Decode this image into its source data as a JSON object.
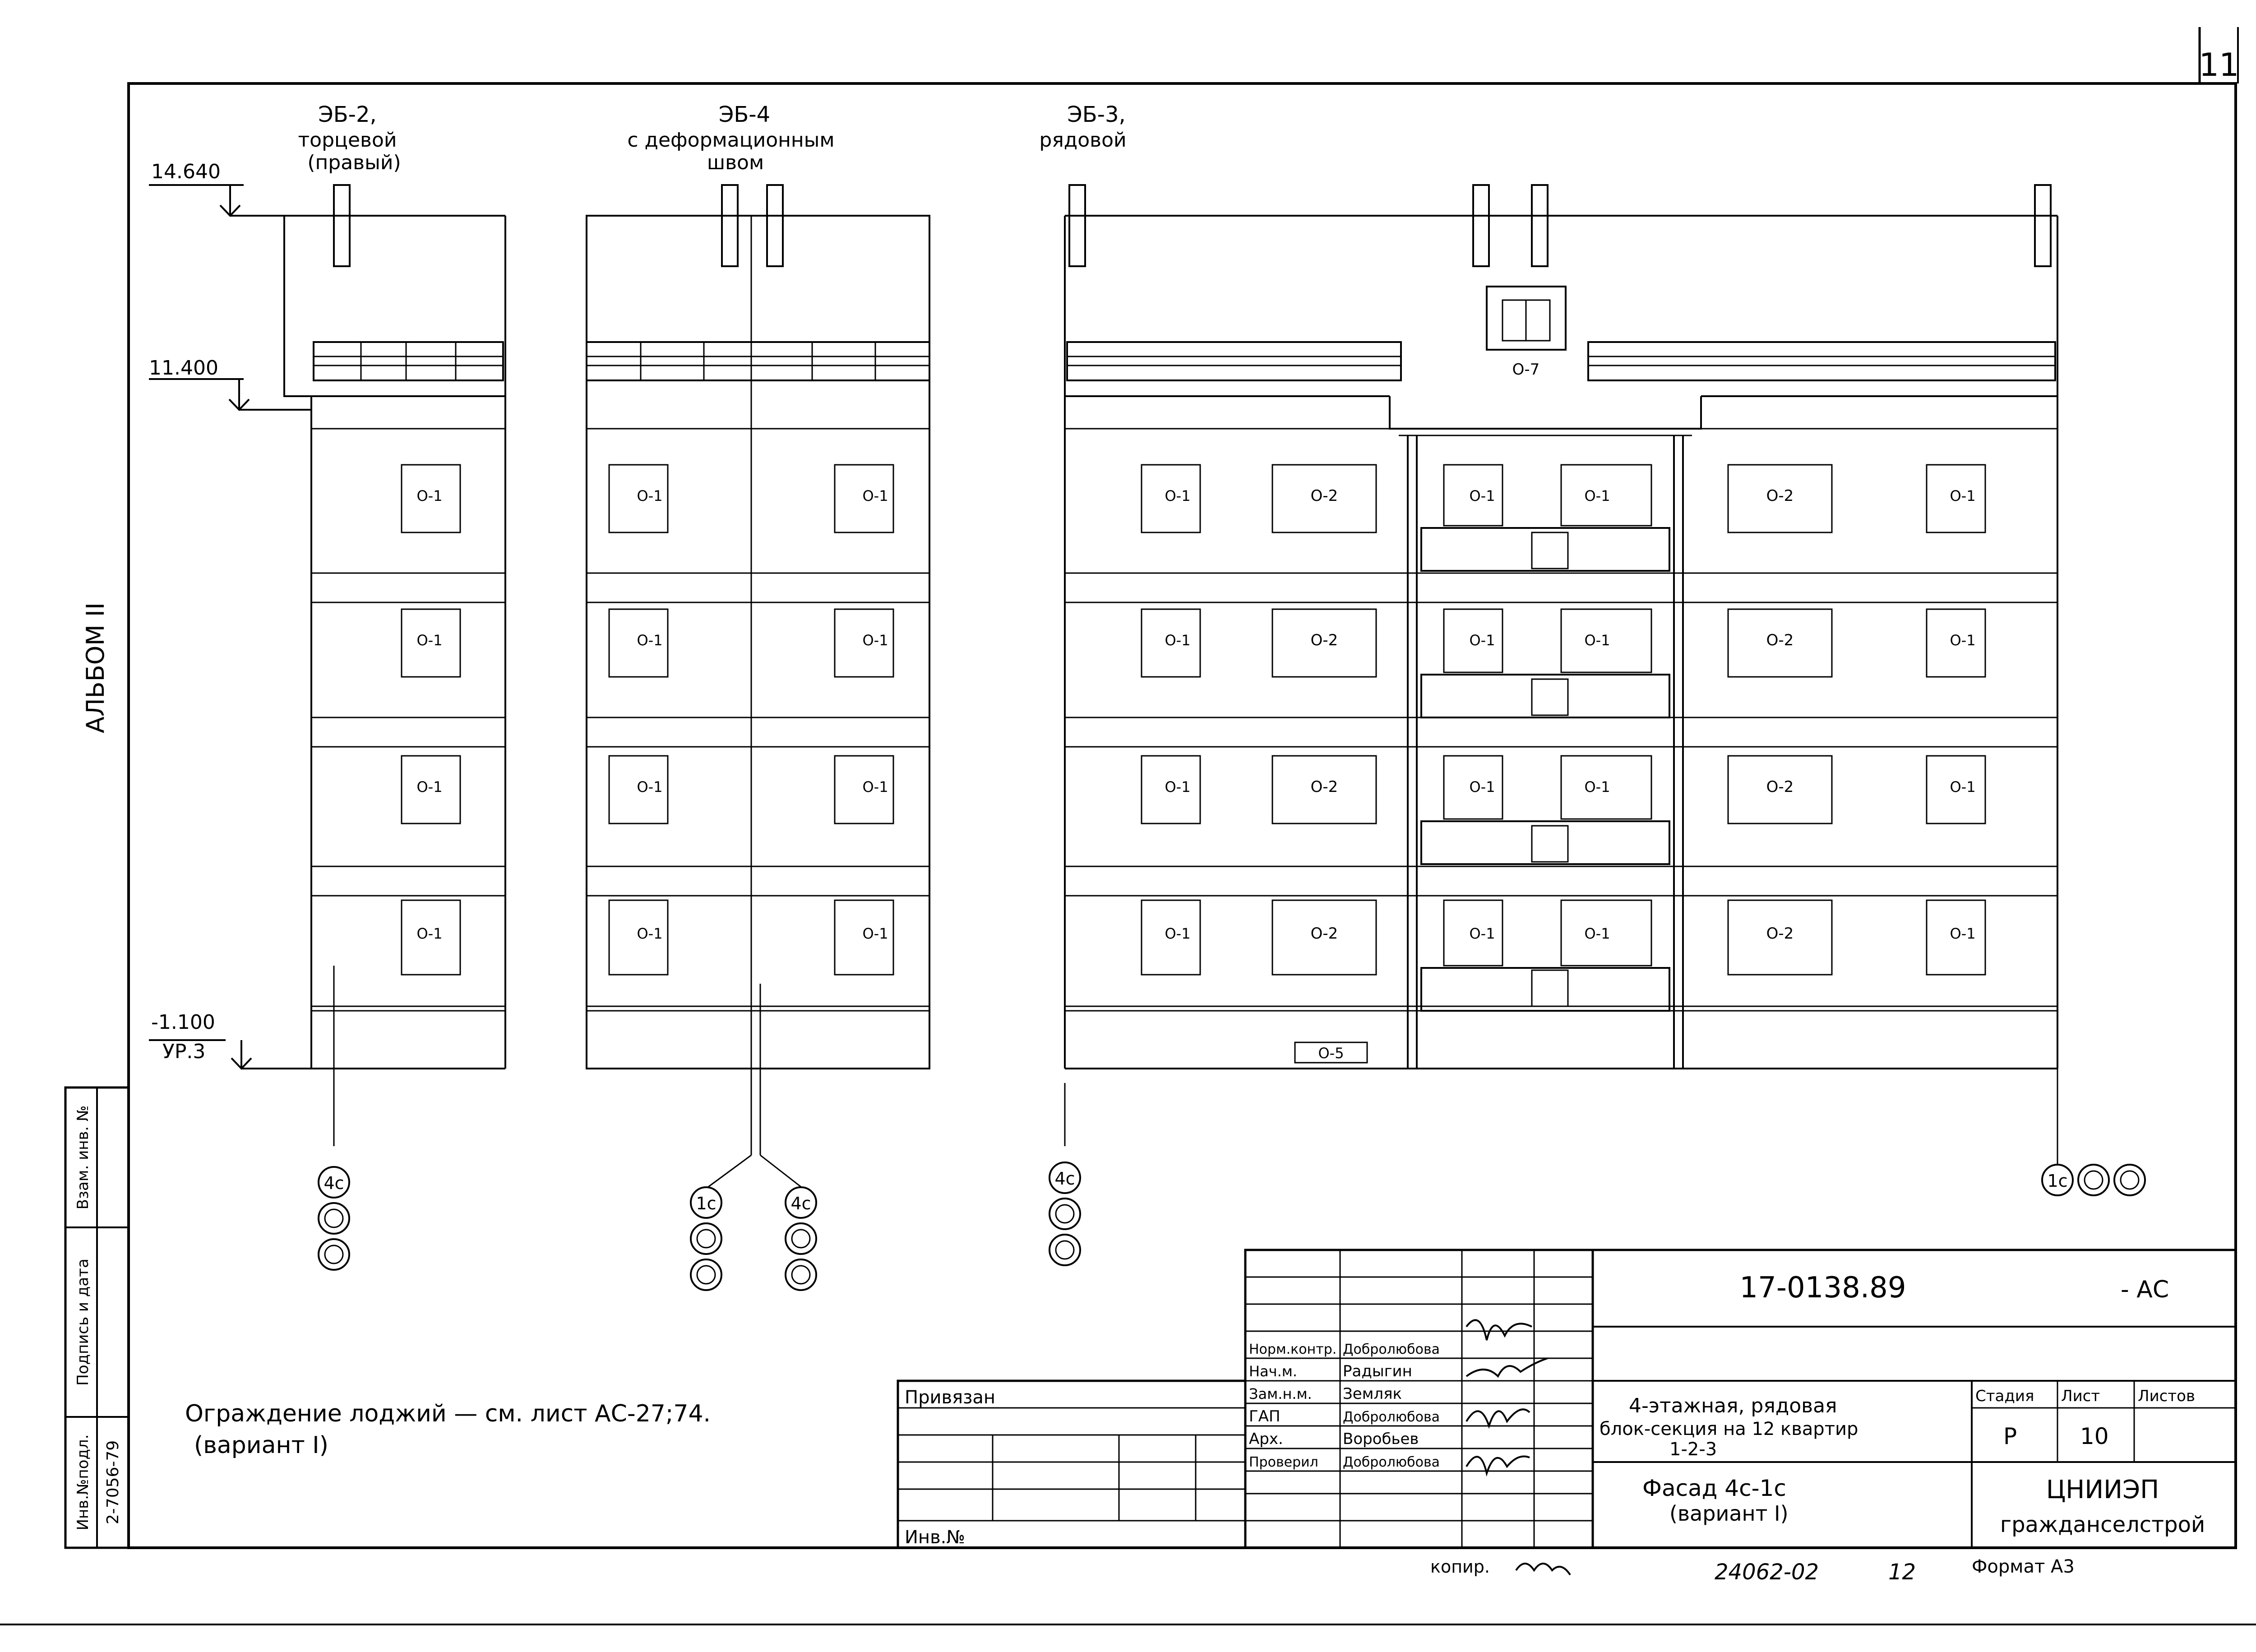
{
  "sheet": {
    "page_number": "11",
    "album": "АЛЬБОМ II",
    "note_line1": "Ограждение лоджий — см. лист АС-27;74.",
    "note_line2": "(вариант I)",
    "kopir": "копир.",
    "archive_no": "24062-02",
    "archive_sheet": "12",
    "format": "Формат А3"
  },
  "left_stamp": {
    "inv_label": "Инв.№подл.",
    "inv_value": "2-7056-79",
    "sign_date": "Подпись и дата",
    "vzam": "Взам. инв. №"
  },
  "levels": {
    "top": "14.640",
    "mid": "11.400",
    "bottom": "-1.100",
    "ground": "УР.3"
  },
  "sections": [
    {
      "code": "ЭБ-2,",
      "line2": "торцевой",
      "line3": "(правый)"
    },
    {
      "code": "ЭБ-4",
      "line2": "с деформационным",
      "line3": "швом"
    },
    {
      "code": "ЭБ-3,",
      "line2": "рядовой",
      "line3": ""
    }
  ],
  "marks": {
    "o1": "О-1",
    "o2": "О-2",
    "o5": "О-5",
    "o7": "О-7"
  },
  "axes": {
    "a1": "4с",
    "a2": "1с",
    "a3": "4с",
    "a4": "4с",
    "a5": "1с"
  },
  "title_block": {
    "doc_code": "17-0138.89",
    "doc_suffix": "- АС",
    "privyazan": "Привязан",
    "inv_no": "Инв.№",
    "roles": [
      {
        "role": "Норм.контр.",
        "name": "Добролюбова"
      },
      {
        "role": "Нач.м.",
        "name": "Радыгин"
      },
      {
        "role": "Зам.н.м.",
        "name": "Земляк"
      },
      {
        "role": "ГАП",
        "name": "Добролюбова"
      },
      {
        "role": "Арх.",
        "name": "Воробьев"
      },
      {
        "role": "Проверил",
        "name": "Добролюбова"
      }
    ],
    "desc1": "4-этажная, рядовая",
    "desc2": "блок-секция на 12 квартир",
    "desc3": "1-2-3",
    "sheet_title": "Фасад 4с-1с",
    "sheet_variant": "(вариант I)",
    "stage_label": "Стадия",
    "sheet_label": "Лист",
    "sheets_label": "Листов",
    "stage": "Р",
    "sheet_no": "10",
    "org1": "ЦНИИЭП",
    "org2": "гражданселстрой"
  }
}
